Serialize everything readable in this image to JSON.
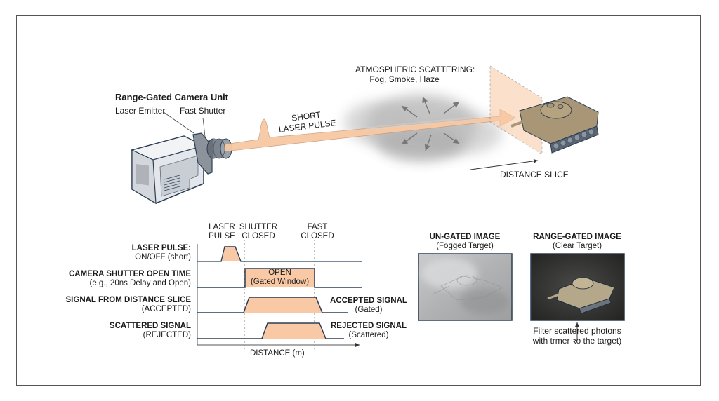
{
  "camera": {
    "title": "Range-Gated Camera Unit",
    "laser_emitter": "Laser Emitter",
    "fast_shutter": "Fast Shutter"
  },
  "beam": {
    "label_line1": "SHORT",
    "label_line2": "LASER PULSE"
  },
  "scattering": {
    "title": "ATMOSPHERIC SCATTERING:",
    "subtitle": "Fog, Smoke, Haze"
  },
  "target": {
    "distance_slice": "DISTANCE SLICE"
  },
  "timing": {
    "top_labels": {
      "laser_pulse": [
        "LASER",
        "PULSE"
      ],
      "shutter_closed": [
        "SHUTTER",
        "CLOSED"
      ],
      "fast_closed": [
        "FAST",
        "CLOSED"
      ]
    },
    "rows": [
      {
        "title": "LASER PULSE:",
        "subtitle": "ON/OFF (short)"
      },
      {
        "title": "CAMERA SHUTTER OPEN TIME",
        "subtitle": "(e.g., 20ns Delay and Open)"
      },
      {
        "title": "SIGNAL FROM DISTANCE SLICE",
        "subtitle": "(ACCEPTED)"
      },
      {
        "title": "SCATTERED SIGNAL",
        "subtitle": "(REJECTED)"
      }
    ],
    "window_label": [
      "OPEN",
      "(Gated Window)"
    ],
    "right_labels": [
      {
        "title": "ACCEPTED SIGNAL",
        "subtitle": "(Gated)"
      },
      {
        "title": "REJECTED SIGNAL",
        "subtitle": "(Scattered)"
      }
    ],
    "x_axis_label": "DISTANCE (m)"
  },
  "images": {
    "ungated": {
      "title": "UN-GATED IMAGE",
      "subtitle": "(Fogged Target)"
    },
    "gated": {
      "title": "RANGE-GATED IMAGE",
      "subtitle": "(Clear Target)"
    },
    "caption_line1": "Filter scattered photons",
    "caption_line2": "with trmer ꝛo the target)"
  },
  "colors": {
    "pulse_fill": "#f8c9a4",
    "signal_line": "#2c4560",
    "fog": "#9a9a9a",
    "tank": "#b5a27e"
  }
}
